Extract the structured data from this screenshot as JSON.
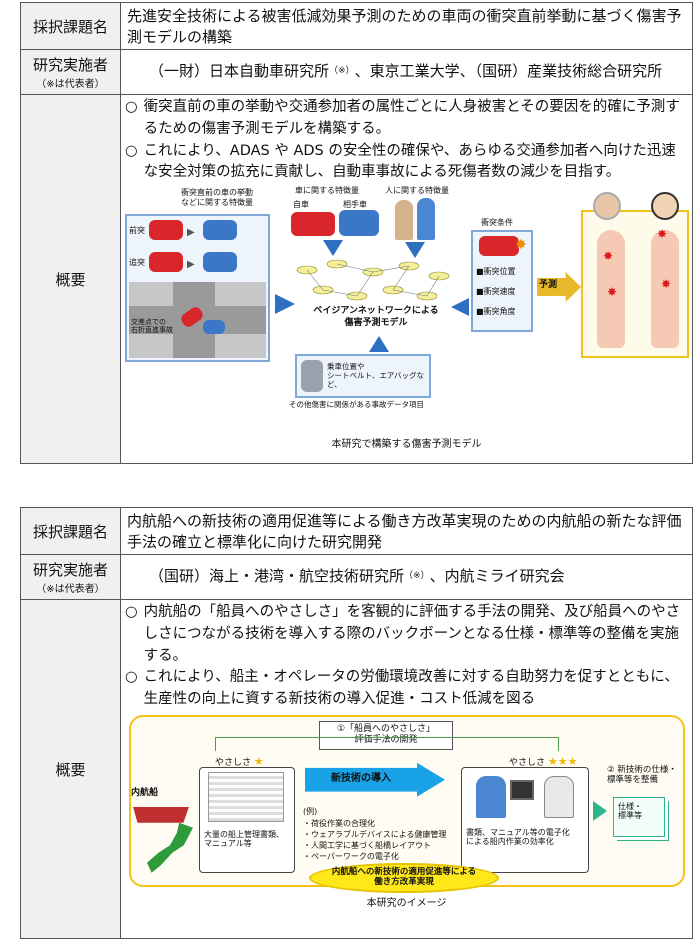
{
  "project1": {
    "label_title": "採択課題名",
    "title": "先進安全技術による被害低減効果予測のための車両の衝突直前挙動に基づく傷害予測モデルの構築",
    "label_org": "研究実施者",
    "label_org_note": "（※は代表者）",
    "org_part1": "（一財）日本自動車研究所",
    "org_mark": "（※）",
    "org_part2": "、東京工業大学、（国研）産業技術総合研究所",
    "label_summary": "概要",
    "bullet_mark": "○",
    "bullet1": "衝突直前の車の挙動や交通参加者の属性ごとに人身被害とその要因を的確に予測するための傷害予測モデルを構築する。",
    "bullet2": "これにより、ADAS や ADS の安全性の確保や、あらゆる交通参加者へ向けた迅速な安全対策の拡充に貢献し、自動車事故による死傷者数の減少を目指す。",
    "figure": {
      "left_box_title": "衝突直前の車の挙動\nなどに関する特徴量",
      "front": "前突",
      "rear": "追突",
      "intersection": "交差点での\n右折直進事故",
      "vehicle_features": "車に関する特徴量",
      "own_car": "自車",
      "other_car": "相手車",
      "person_features": "人に関する特徴量",
      "bayes_model": "ベイジアンネットワークによる\n傷害予測モデル",
      "collision_title": "衝突条件",
      "collision_items": [
        "■衝突位置",
        "■衝突速度",
        "■衝突角度"
      ],
      "predict": "予測",
      "occupant": "乗車位置や\nシートベルト、エアバッグなど、",
      "other_factors": "その他傷害に関係がある事故データ項目"
    },
    "caption": "本研究で構築する傷害予測モデル"
  },
  "project2": {
    "label_title": "採択課題名",
    "title": "内航船への新技術の適用促進等による働き方改革実現のための内航船の新たな評価手法の確立と標準化に向けた研究開発",
    "label_org": "研究実施者",
    "label_org_note": "（※は代表者）",
    "org_part1": "（国研）海上・港湾・航空技術研究所",
    "org_mark": "（※）",
    "org_part2": "、内航ミライ研究会",
    "label_summary": "概要",
    "bullet_mark": "○",
    "bullet1": "内航船の「船員へのやさしさ」を客観的に評価する手法の開発、及び船員へのやさしさにつながる技術を導入する際のバックボーンとなる仕様・標準等の整備を実施する。",
    "bullet2": "これにより、船主・オペレータの労働環境改善に対する自助努力を促すとともに、生産性の向上に資する新技術の導入促進・コスト低減を図る",
    "figure": {
      "eval_method": "①「船員へのやさしさ」\n評価手法の開発",
      "kindness_left": "やさしさ",
      "kindness_right": "やさしさ",
      "star_one": "★",
      "star_three": "★★★",
      "ship_label": "内航船",
      "paper_mgmt": "大量の船上管理書類、\nマニュアル等",
      "new_tech": "新技術の導入",
      "examples_title": "(例)",
      "examples": [
        "・荷役作業の合理化",
        "・ウェアラブルデバイスによる健康管理",
        "・人間工学に基づく船橋レイアウト",
        "・ペーパーワークの電子化"
      ],
      "digitized": "書類、マニュアル等の電子化\nによる船内作業の効率化",
      "spec": "② 新技術の仕様・\n標準等を整備",
      "spec_doc": "仕様・\n標準等",
      "reform": "内航船への新技術の適用促進等による\n働き方改革実現"
    },
    "caption": "本研究のイメージ"
  }
}
